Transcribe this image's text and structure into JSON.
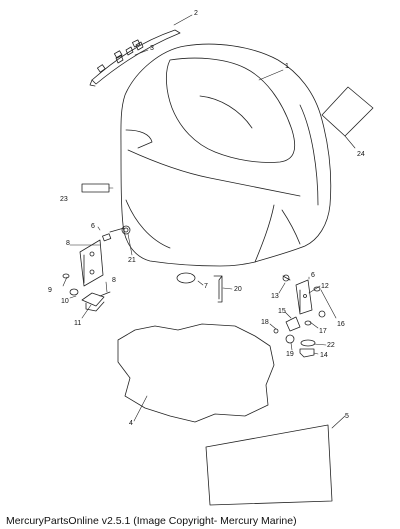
{
  "callouts": [
    {
      "id": "c1",
      "label": "1"
    },
    {
      "id": "c2",
      "label": "2"
    },
    {
      "id": "c3",
      "label": "3"
    },
    {
      "id": "c4",
      "label": "4"
    },
    {
      "id": "c5",
      "label": "5"
    },
    {
      "id": "c6a",
      "label": "6"
    },
    {
      "id": "c6b",
      "label": "6"
    },
    {
      "id": "c7",
      "label": "7"
    },
    {
      "id": "c8a",
      "label": "8"
    },
    {
      "id": "c8b",
      "label": "8"
    },
    {
      "id": "c9",
      "label": "9"
    },
    {
      "id": "c10",
      "label": "10"
    },
    {
      "id": "c11",
      "label": "11"
    },
    {
      "id": "c12",
      "label": "12"
    },
    {
      "id": "c13",
      "label": "13"
    },
    {
      "id": "c14",
      "label": "14"
    },
    {
      "id": "c15",
      "label": "15"
    },
    {
      "id": "c16",
      "label": "16"
    },
    {
      "id": "c17",
      "label": "17"
    },
    {
      "id": "c18",
      "label": "18"
    },
    {
      "id": "c19",
      "label": "19"
    },
    {
      "id": "c20",
      "label": "20"
    },
    {
      "id": "c21",
      "label": "21"
    },
    {
      "id": "c22",
      "label": "22"
    },
    {
      "id": "c23",
      "label": "23"
    },
    {
      "id": "c24",
      "label": "24"
    }
  ],
  "footer": {
    "text": "MercuryPartsOnline v2.5.1 (Image Copyright- Mercury Marine)"
  }
}
